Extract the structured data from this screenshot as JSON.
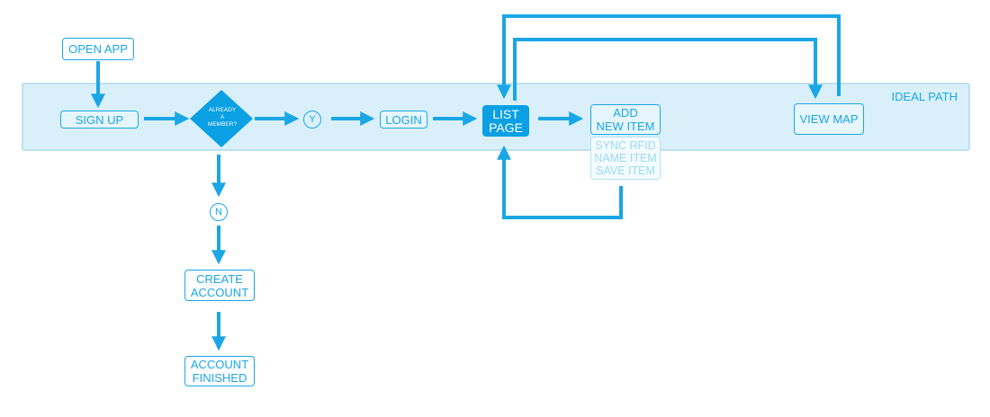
{
  "band_label": "IDEAL PATH",
  "nodes": {
    "open_app": "OPEN APP",
    "sign_up": "SIGN UP",
    "already_member": [
      "ALREADY",
      "A",
      "MEMBER?"
    ],
    "yes": "Y",
    "no": "N",
    "login": "LOGIN",
    "list_page": [
      "LIST",
      "PAGE"
    ],
    "add_new_item": [
      "ADD",
      "NEW ITEM"
    ],
    "add_steps": [
      "SYNC RFID",
      "NAME ITEM",
      "SAVE ITEM"
    ],
    "view_map": "VIEW MAP",
    "create_account": [
      "CREATE",
      "ACCOUNT"
    ],
    "account_finished": [
      "ACCOUNT",
      "FINISHED"
    ]
  },
  "colors": {
    "accent": "#1ba6e6",
    "band_fill": "#d9f0fb",
    "filled_node": "#0aa0e3",
    "faded": "#9dd9f2"
  }
}
